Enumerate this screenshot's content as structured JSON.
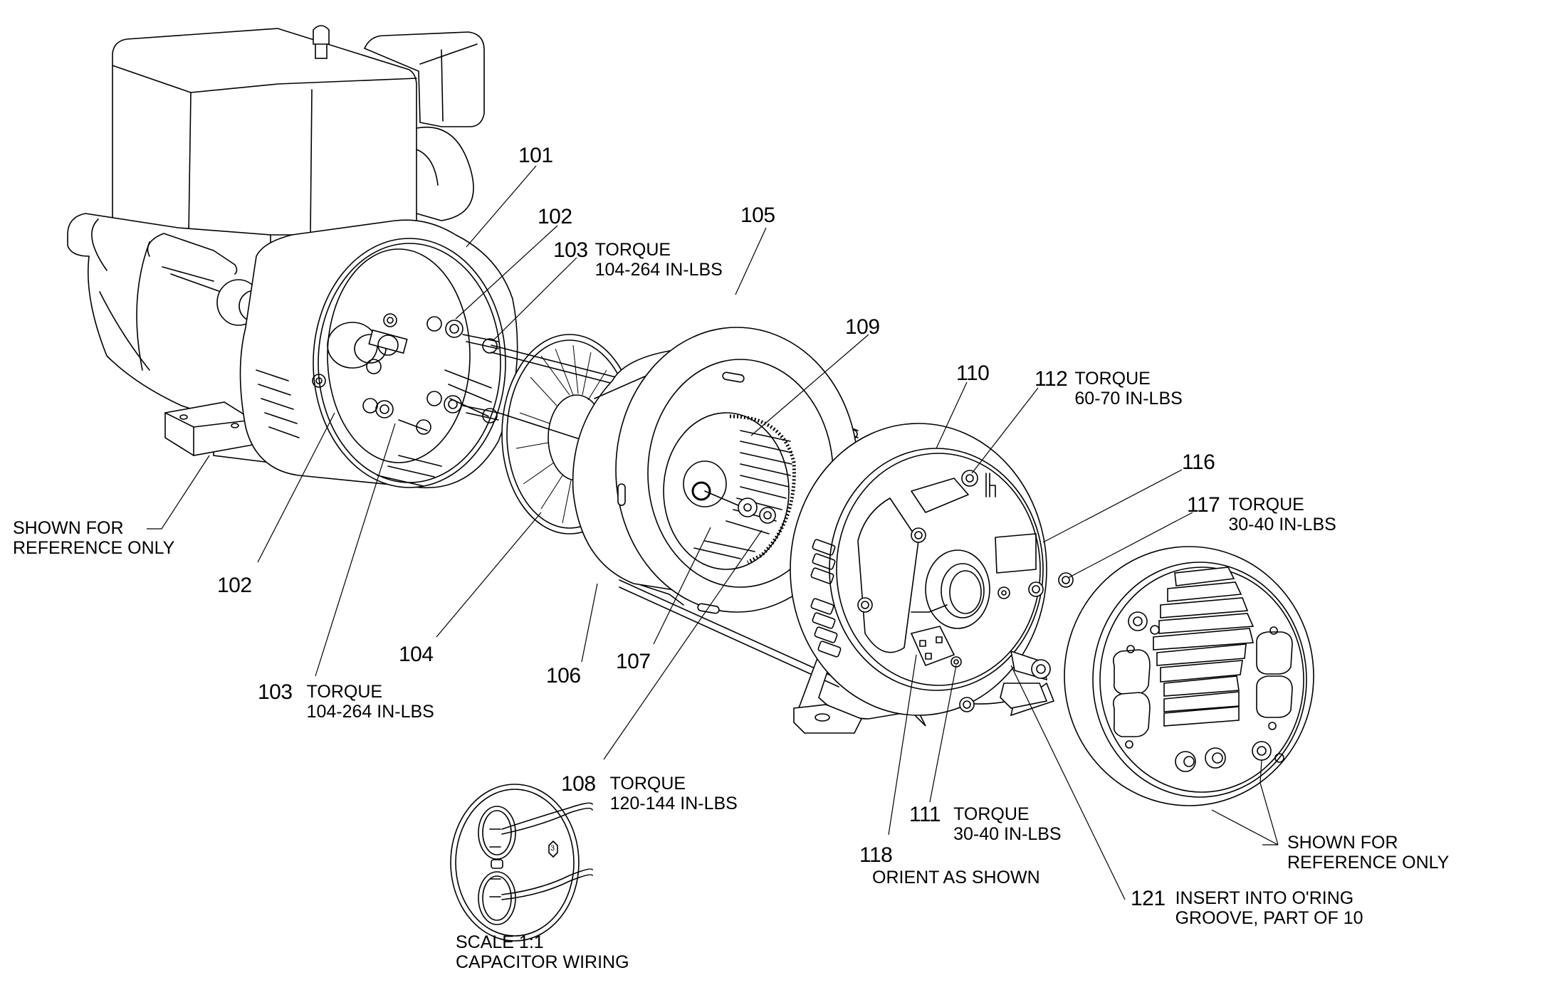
{
  "figure": {
    "type": "exploded-parts-diagram",
    "subject": "portable generator alternator assembly",
    "line_color": "#000000",
    "background_color": "#ffffff"
  },
  "callouts": [
    {
      "id": "c101",
      "part": "101",
      "note": ""
    },
    {
      "id": "c102a",
      "part": "102",
      "note": ""
    },
    {
      "id": "c103a",
      "part": "103",
      "note": "TORQUE\n104-264 IN-LBS"
    },
    {
      "id": "c105",
      "part": "105",
      "note": ""
    },
    {
      "id": "c109",
      "part": "109",
      "note": ""
    },
    {
      "id": "c110",
      "part": "110",
      "note": ""
    },
    {
      "id": "c112",
      "part": "112",
      "note": "TORQUE\n60-70 IN-LBS"
    },
    {
      "id": "c116",
      "part": "116",
      "note": ""
    },
    {
      "id": "c117",
      "part": "117",
      "note": "TORQUE\n30-40 IN-LBS"
    },
    {
      "id": "c102b",
      "part": "102",
      "note": ""
    },
    {
      "id": "c104",
      "part": "104",
      "note": ""
    },
    {
      "id": "c106",
      "part": "106",
      "note": ""
    },
    {
      "id": "c107",
      "part": "107",
      "note": ""
    },
    {
      "id": "c103b",
      "part": "103",
      "note": "TORQUE\n104-264 IN-LBS"
    },
    {
      "id": "c108",
      "part": "108",
      "note": "TORQUE\n120-144 IN-LBS"
    },
    {
      "id": "c111",
      "part": "111",
      "note": "TORQUE\n30-40 IN-LBS"
    },
    {
      "id": "c118",
      "part": "118",
      "note": "ORIENT AS SHOWN"
    },
    {
      "id": "c121",
      "part": "121",
      "note": "INSERT INTO O'RING\nGROOVE, PART OF 10"
    }
  ],
  "reference_notes": {
    "engine": "SHOWN FOR\nREFERENCE ONLY",
    "control_panel": "SHOWN FOR\nREFERENCE ONLY"
  },
  "inset": {
    "title": "SCALE 1:1\nCAPACITOR WIRING",
    "tag": "3"
  }
}
